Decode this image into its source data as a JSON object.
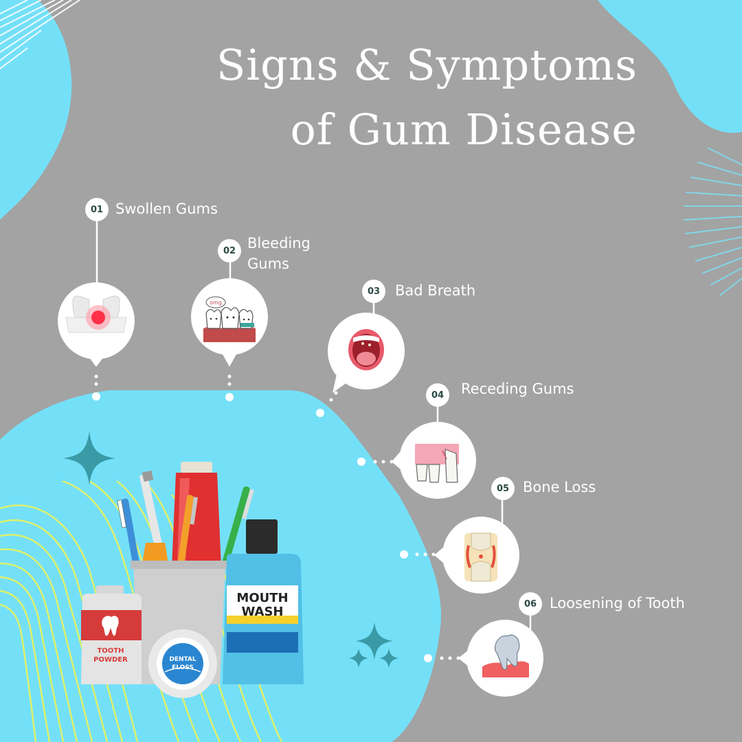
{
  "title": {
    "line1": "Signs & Symptoms",
    "line2": "of Gum Disease"
  },
  "symptoms": [
    {
      "number": "01",
      "label": "Swollen Gums",
      "icon": "swollen-gums-icon"
    },
    {
      "number": "02",
      "label": "Bleeding Gums",
      "icon": "bleeding-gums-icon"
    },
    {
      "number": "03",
      "label": "Bad Breath",
      "icon": "open-mouth-icon"
    },
    {
      "number": "04",
      "label": "Receding Gums",
      "icon": "receding-gums-icon"
    },
    {
      "number": "05",
      "label": "Bone Loss",
      "icon": "knee-joint-icon"
    },
    {
      "number": "06",
      "label": "Loosening of Tooth",
      "icon": "loose-tooth-icon"
    }
  ],
  "products": {
    "mouthwash_line1": "MOUTH",
    "mouthwash_line2": "WASH",
    "powder_line1": "TOOTH",
    "powder_line2": "POWDER",
    "floss_line1": "DENTAL",
    "floss_line2": "FLOSS",
    "bubble_text": "omg"
  },
  "colors": {
    "background": "#a3a3a3",
    "accent_cyan": "#74e0f8",
    "text": "#ffffff",
    "number_text": "#2c4a44"
  }
}
